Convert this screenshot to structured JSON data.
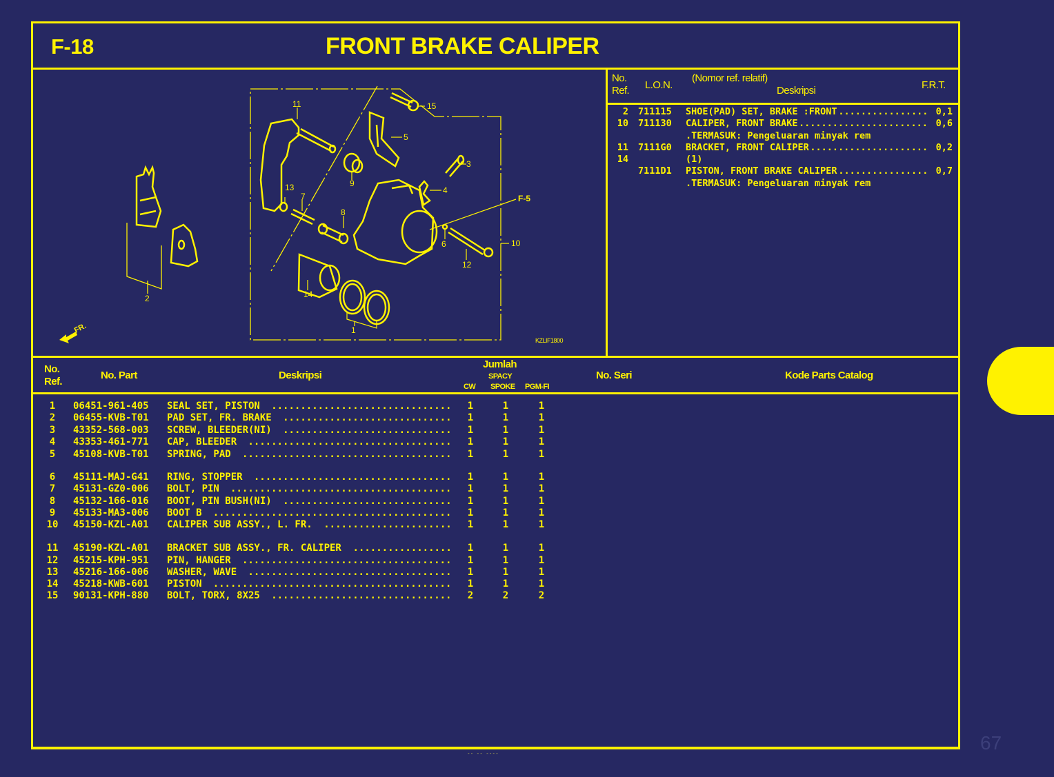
{
  "header": {
    "figure_code": "F-18",
    "title": "FRONT BRAKE CALIPER"
  },
  "diagram": {
    "callouts": [
      "1",
      "2",
      "3",
      "4",
      "5",
      "6",
      "7",
      "8",
      "9",
      "10",
      "11",
      "12",
      "13",
      "14",
      "15"
    ],
    "reference_label": "F-5",
    "front_indicator": "FR.",
    "drawing_code": "KZLIF1800"
  },
  "lon_table": {
    "headers": {
      "no_ref_line1": "No.",
      "no_ref_line2": "Ref.",
      "lon": "L.O.N.",
      "relative_ref": "(Nomor ref. relatif)",
      "description": "Deskripsi",
      "frt": "F.R.T."
    },
    "rows": [
      {
        "ref": "2",
        "lon": "711115",
        "description": "SHOE(PAD) SET, BRAKE :FRONT",
        "frt": "0,1"
      },
      {
        "ref": "10",
        "lon": "711130",
        "description": "CALIPER, FRONT BRAKE",
        "frt": "0,6"
      },
      {
        "ref": "",
        "lon": "",
        "description": ".TERMASUK: Pengeluaran minyak rem",
        "frt": ""
      },
      {
        "ref": "11",
        "lon": "7111G0",
        "description": "BRACKET, FRONT CALIPER",
        "frt": "0,2"
      },
      {
        "ref": "14",
        "lon": "",
        "description": "(1)",
        "frt": ""
      },
      {
        "ref": "",
        "lon": "7111D1",
        "description": "PISTON, FRONT BRAKE CALIPER",
        "frt": "0,7"
      },
      {
        "ref": "",
        "lon": "",
        "description": ".TERMASUK: Pengeluaran minyak rem",
        "frt": ""
      }
    ]
  },
  "parts_table": {
    "headers": {
      "no_ref_line1": "No.",
      "no_ref_line2": "Ref.",
      "part_no": "No. Part",
      "description": "Deskripsi",
      "quantity": "Jumlah",
      "model": "SPACY",
      "variants": [
        "CW",
        "SPOKE",
        "PGM-FI"
      ],
      "serial_no": "No. Seri",
      "catalog_code": "Kode Parts Catalog"
    },
    "rows": [
      {
        "ref": "1",
        "part_no": "06451-961-405",
        "description": "SEAL SET, PISTON",
        "qty": [
          "1",
          "1",
          "1"
        ]
      },
      {
        "ref": "2",
        "part_no": "06455-KVB-T01",
        "description": "PAD SET, FR. BRAKE",
        "qty": [
          "1",
          "1",
          "1"
        ]
      },
      {
        "ref": "3",
        "part_no": "43352-568-003",
        "description": "SCREW, BLEEDER(NI)",
        "qty": [
          "1",
          "1",
          "1"
        ]
      },
      {
        "ref": "4",
        "part_no": "43353-461-771",
        "description": "CAP, BLEEDER",
        "qty": [
          "1",
          "1",
          "1"
        ]
      },
      {
        "ref": "5",
        "part_no": "45108-KVB-T01",
        "description": "SPRING, PAD",
        "qty": [
          "1",
          "1",
          "1"
        ]
      },
      {
        "ref": "6",
        "part_no": "45111-MAJ-G41",
        "description": "RING, STOPPER",
        "qty": [
          "1",
          "1",
          "1"
        ]
      },
      {
        "ref": "7",
        "part_no": "45131-GZ0-006",
        "description": "BOLT, PIN",
        "qty": [
          "1",
          "1",
          "1"
        ]
      },
      {
        "ref": "8",
        "part_no": "45132-166-016",
        "description": "BOOT, PIN BUSH(NI)",
        "qty": [
          "1",
          "1",
          "1"
        ]
      },
      {
        "ref": "9",
        "part_no": "45133-MA3-006",
        "description": "BOOT B",
        "qty": [
          "1",
          "1",
          "1"
        ]
      },
      {
        "ref": "10",
        "part_no": "45150-KZL-A01",
        "description": "CALIPER SUB ASSY., L. FR.",
        "qty": [
          "1",
          "1",
          "1"
        ]
      },
      {
        "ref": "11",
        "part_no": "45190-KZL-A01",
        "description": "BRACKET SUB ASSY., FR. CALIPER",
        "qty": [
          "1",
          "1",
          "1"
        ]
      },
      {
        "ref": "12",
        "part_no": "45215-KPH-951",
        "description": "PIN, HANGER",
        "qty": [
          "1",
          "1",
          "1"
        ]
      },
      {
        "ref": "13",
        "part_no": "45216-166-006",
        "description": "WASHER, WAVE",
        "qty": [
          "1",
          "1",
          "1"
        ]
      },
      {
        "ref": "14",
        "part_no": "45218-KWB-601",
        "description": "PISTON",
        "qty": [
          "1",
          "1",
          "1"
        ]
      },
      {
        "ref": "15",
        "part_no": "90131-KPH-880",
        "description": "BOLT, TORX, 8X25",
        "qty": [
          "2",
          "2",
          "2"
        ]
      }
    ]
  },
  "footer": {
    "date": "-- -- ----",
    "page_number": "67"
  },
  "colors": {
    "background": "#262862",
    "accent": "#fff200"
  }
}
